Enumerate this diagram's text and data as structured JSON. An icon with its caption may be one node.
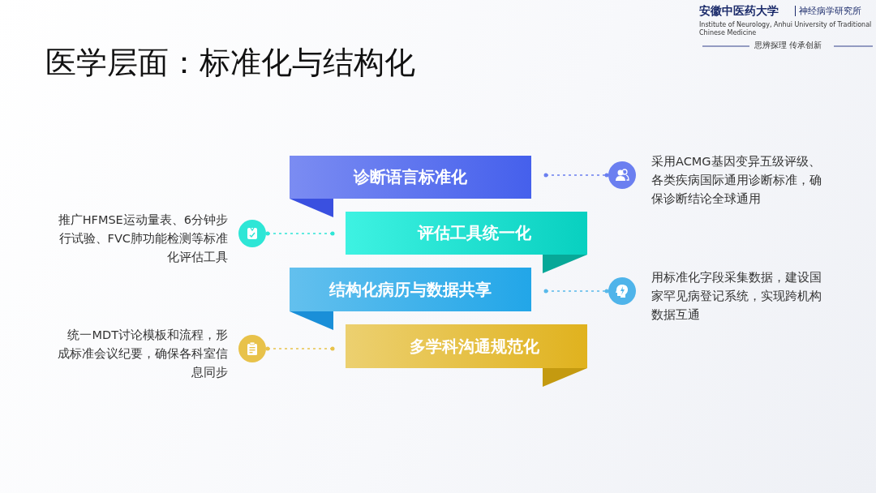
{
  "diagram": {
    "title": "医学层面：标准化与结构化",
    "nodes": [
      {
        "text": [
          "诊断语言标准化"
        ]
      },
      {
        "text": [
          "评估工具统一化"
        ]
      },
      {
        "text": [
          "结构化病历与数据共享"
        ]
      },
      {
        "text": [
          "多学科沟通规范化"
        ]
      },
      {
        "text": [],
        "shape": "circle",
        "beside": [
          "采用ACMG基因变异五级评级、各类疾病国际通用诊断标准，确保诊断结论全球通用"
        ]
      },
      {
        "text": [],
        "shape": "circle",
        "beside": [
          "推广HFMSE运动量表、6分钟步行试验、FVC肺功能检测等标准化评估工具"
        ]
      },
      {
        "text": [],
        "shape": "circle",
        "beside": [
          "用标准化字段采集数据，建设国家罕见病登记系统，实现跨机构数据互通"
        ]
      },
      {
        "text": [],
        "shape": "circle",
        "beside": [
          "统一MDT讨论模板和流程，形成标准会议纪要，确保各科室信息同步"
        ]
      }
    ],
    "edges": [
      {
        "from": 0,
        "to": 4,
        "arrow": "other",
        "style": "dashed",
        "color": "#6b7ff0"
      },
      {
        "from": 1,
        "to": 5,
        "arrow": "other",
        "style": "dashed",
        "color": "#2ee6d6"
      },
      {
        "from": 2,
        "to": 6,
        "arrow": "other",
        "style": "dashed",
        "color": "#58b9ea"
      },
      {
        "from": 3,
        "to": 7,
        "arrow": "other",
        "style": "dashed",
        "color": "#e8c24a"
      }
    ],
    "labels": [
      "安徽中医药大学",
      "神经病学研究所",
      "Institute of Neurology, Anhui University of Traditional Chinese Medicine",
      "思辨探理 传承创新"
    ]
  }
}
